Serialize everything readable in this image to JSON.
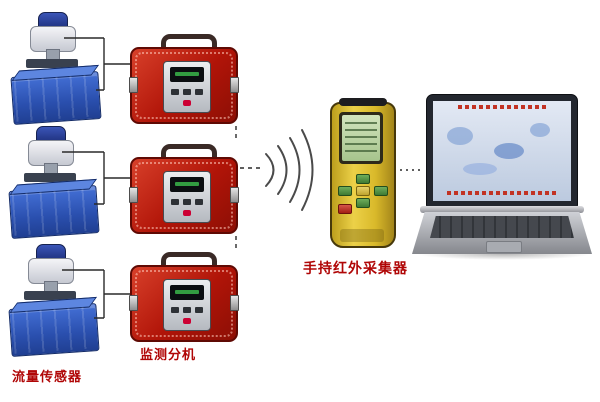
{
  "diagram": {
    "labels": {
      "flow_sensor": "流量传感器",
      "monitor_unit": "监测分机",
      "handheld_collector": "手持红外采集器"
    },
    "components": {
      "flow_sensor_count": 3,
      "monitor_box_count": 3
    },
    "colors": {
      "monitor_box_red": "#b01408",
      "tank_blue": "#2a4fae",
      "handheld_yellow": "#d9b92a",
      "lcd_green": "#b9d3a0",
      "label_red": "#b00606"
    }
  }
}
